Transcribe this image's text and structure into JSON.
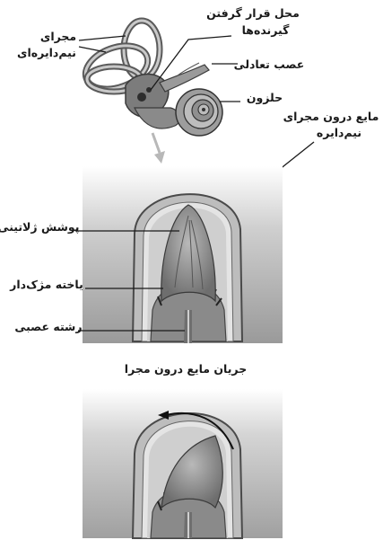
{
  "labels": {
    "canal": [
      "مجرای",
      "نیم‌دایره‌ای"
    ],
    "receptor": [
      "محل قرار گرفتن",
      "گیرنده‌ها"
    ],
    "nerve": "عصب تعادلی",
    "cochlea": "حلزون",
    "fluid": [
      "مایع درون مجرای",
      "نیم‌دایره"
    ],
    "gel": "پوشش ژلاتینی",
    "hair_cell": "یاخته مژک‌دار",
    "fiber": "رشته عصبی",
    "flow": "جریان مایع درون مجرا"
  }
}
